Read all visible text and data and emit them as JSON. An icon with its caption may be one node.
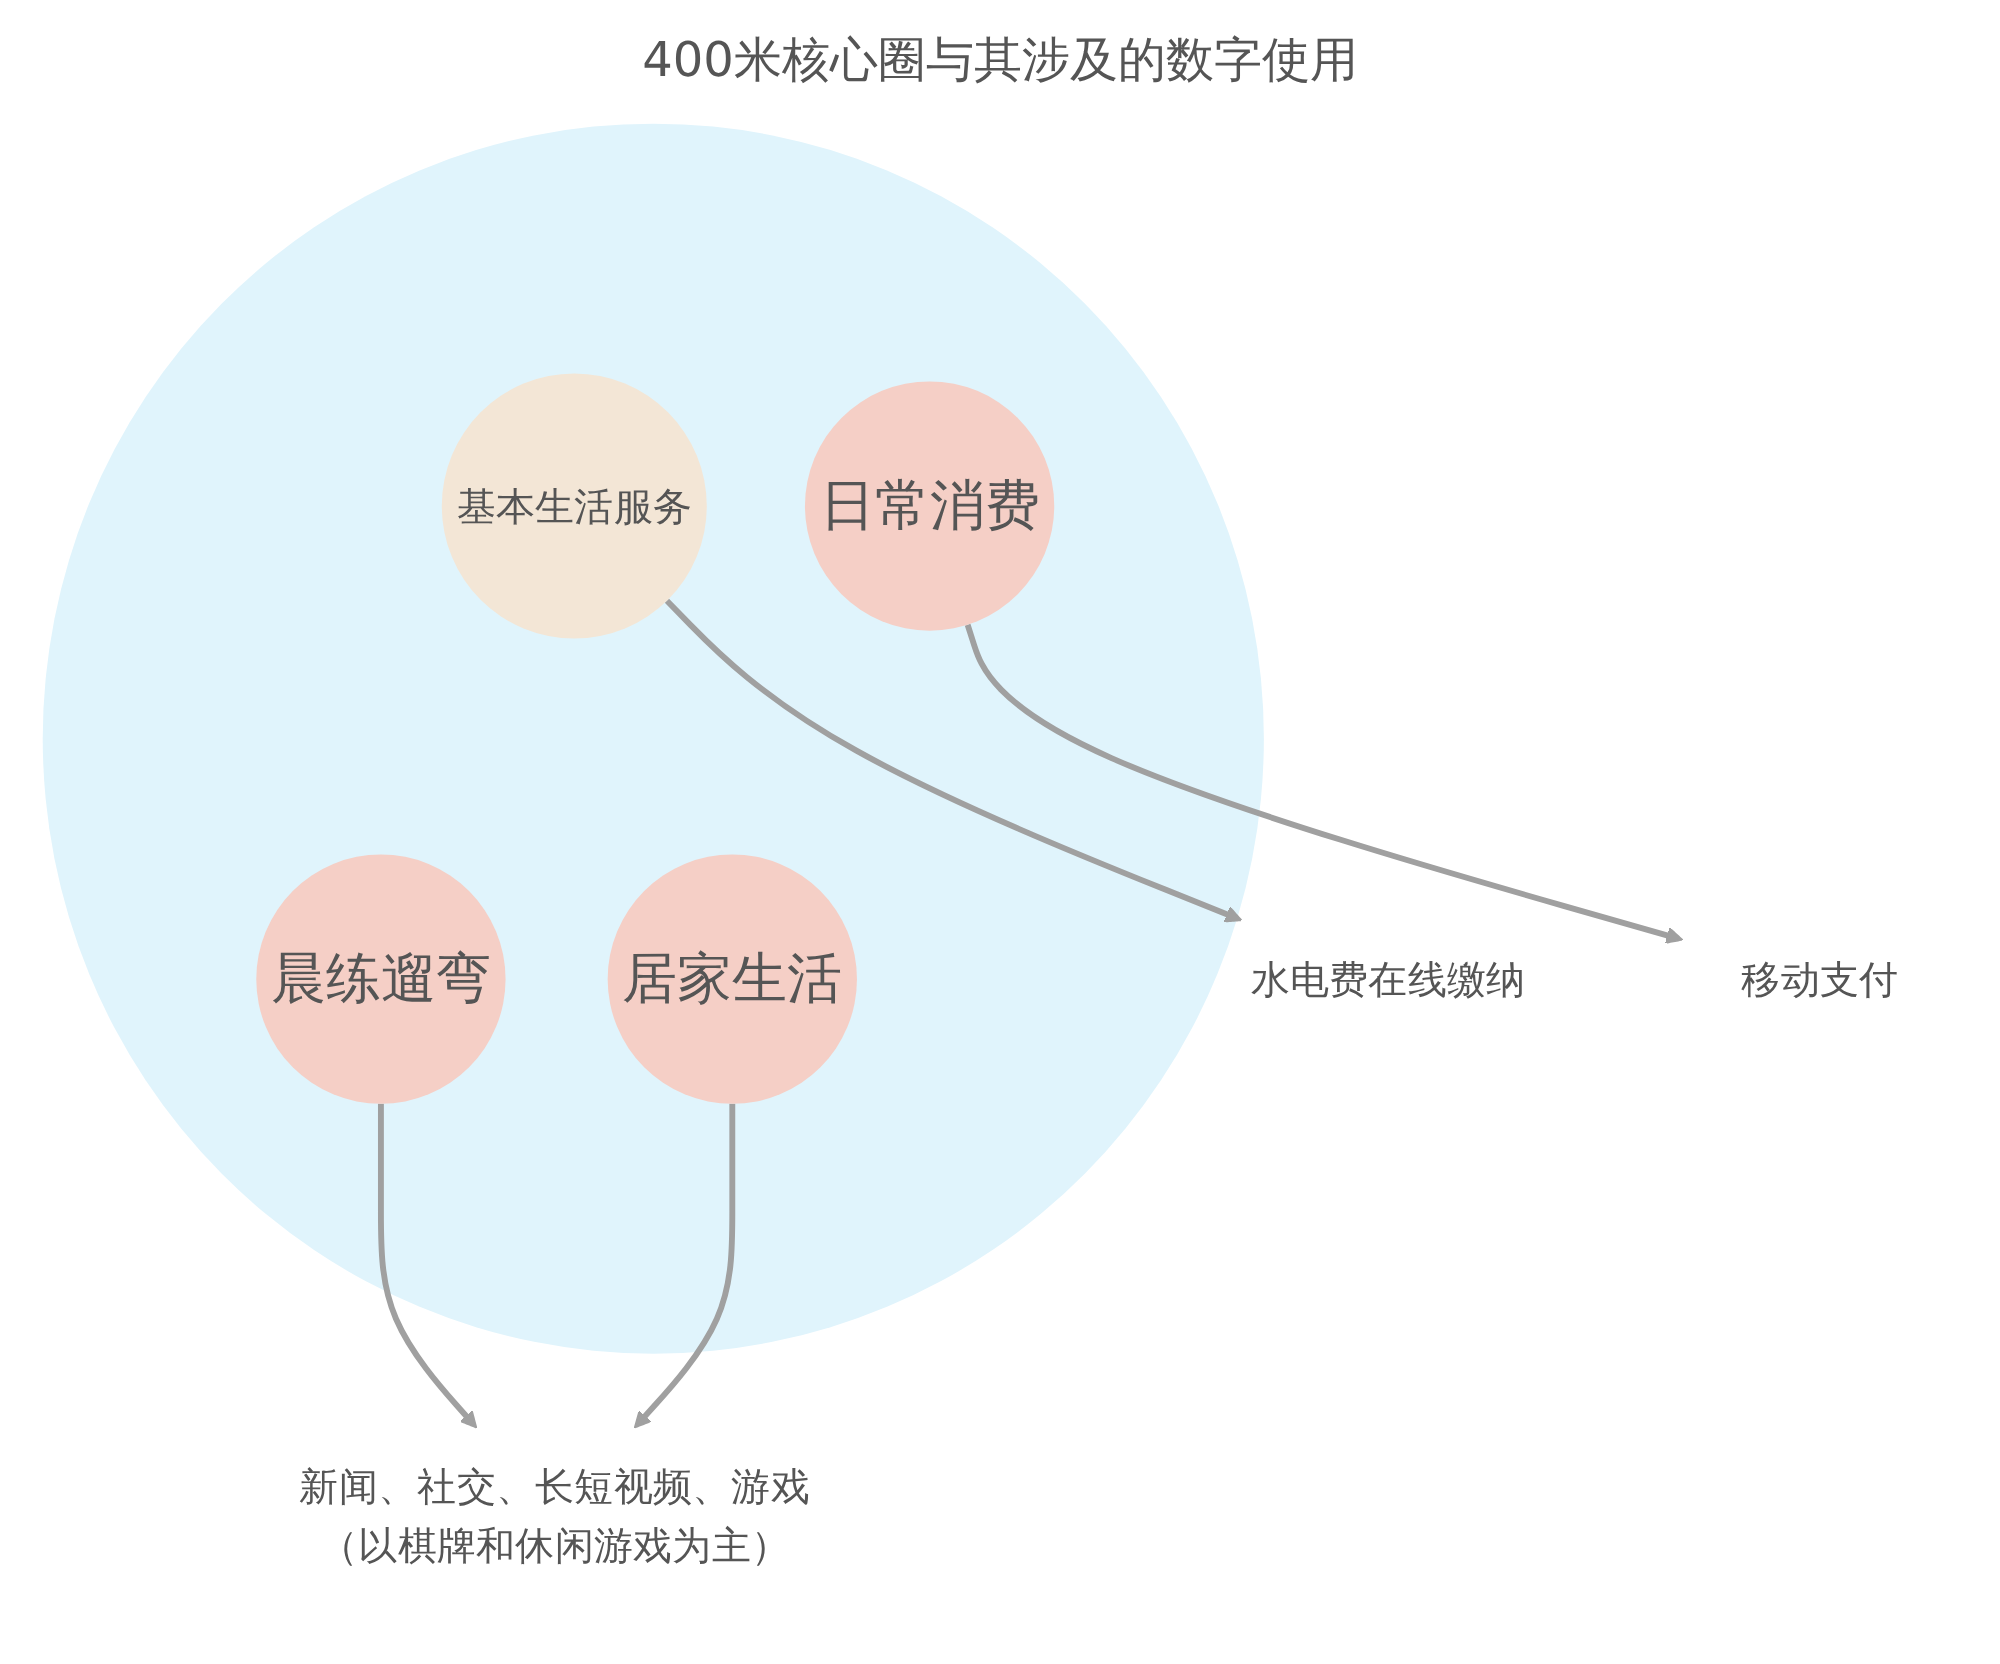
{
  "diagram": {
    "title": "400米核心圈与其涉及的数字使用",
    "nodes": [
      {
        "text": [],
        "shape": "circle"
      },
      {
        "text": [
          "基本生活服务"
        ],
        "in": 0
      },
      {
        "text": [
          "日常消费"
        ],
        "in": 0
      },
      {
        "text": [
          "晨练遛弯"
        ],
        "in": 0
      },
      {
        "text": [
          "居家生活"
        ],
        "in": 0
      },
      {
        "text": [
          "水电费在线缴纳"
        ]
      },
      {
        "text": [
          "移动支付"
        ]
      },
      {
        "text": [
          "新闻、社交、长短视频、游戏（以棋牌和休闲游戏为主）"
        ]
      }
    ],
    "edges": [
      {
        "from": 1,
        "to": 5,
        "arrow": "to"
      },
      {
        "from": 2,
        "to": 6,
        "arrow": "to"
      },
      {
        "from": 3,
        "to": 7,
        "arrow": "to"
      },
      {
        "from": 4,
        "to": 7,
        "arrow": "to"
      }
    ]
  }
}
